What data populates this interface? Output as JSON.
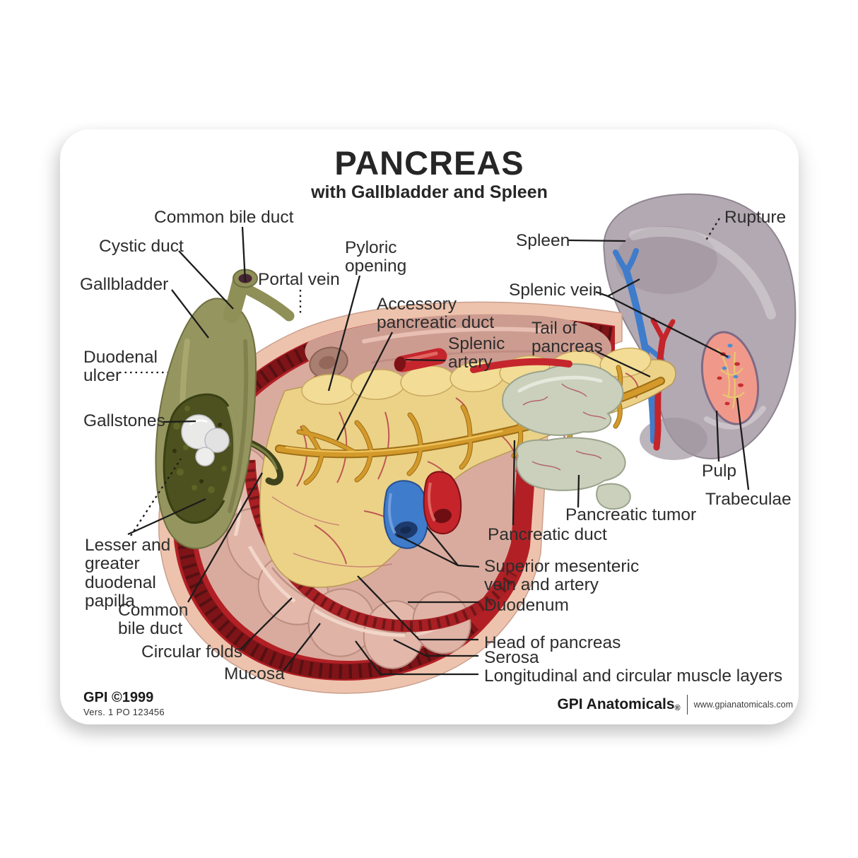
{
  "title": {
    "main": "PANCREAS",
    "subtitle": "with Gallbladder and Spleen"
  },
  "labels": {
    "common_bile_duct_top": "Common bile duct",
    "cystic_duct": "Cystic duct",
    "gallbladder": "Gallbladder",
    "portal_vein": "Portal vein",
    "duodenal_ulcer": "Duodenal\nulcer",
    "gallstones": "Gallstones",
    "pyloric_opening": "Pyloric\nopening",
    "accessory_pancreatic_duct": "Accessory\npancreatic duct",
    "splenic_artery": "Splenic\nartery",
    "spleen": "Spleen",
    "rupture": "Rupture",
    "splenic_vein": "Splenic vein",
    "tail_of_pancreas": "Tail of\npancreas",
    "pulp": "Pulp",
    "trabeculae": "Trabeculae",
    "pancreatic_tumor": "Pancreatic tumor",
    "pancreatic_duct": "Pancreatic duct",
    "superior_mesenteric": "Superior mesenteric\nvein and artery",
    "duodenum": "Duodenum",
    "head_of_pancreas": "Head of pancreas",
    "serosa": "Serosa",
    "longitudinal_muscle": "Longitudinal and circular muscle layers",
    "lesser_greater_papilla": "Lesser and\ngreater\nduodenal\npapilla",
    "common_bile_duct_bottom": "Common\nbile duct",
    "circular_folds": "Circular folds",
    "mucosa": "Mucosa"
  },
  "footer": {
    "copyright": "GPI ©1999",
    "version_line": "Vers. 1  PO 123456",
    "brand": "GPI Anatomicals",
    "brand_mark": "®",
    "website": "www.gpianatomicals.com"
  },
  "palette": {
    "pancreas": "#ecd287",
    "pancreas_duct": "#d39a2b",
    "spleen": "#b3a9b2",
    "pulp": "#f0998b",
    "gallbladder": "#95955f",
    "mucosa": "#d9ab9e",
    "muscle_red": "#b22025",
    "serosa": "#eec3ad",
    "vein_blue": "#3f7ccb",
    "artery_red": "#c5242b",
    "tumor": "#cad0bb",
    "bulb_interior": "#cd9c90",
    "label_text": "#2d2d2d"
  }
}
